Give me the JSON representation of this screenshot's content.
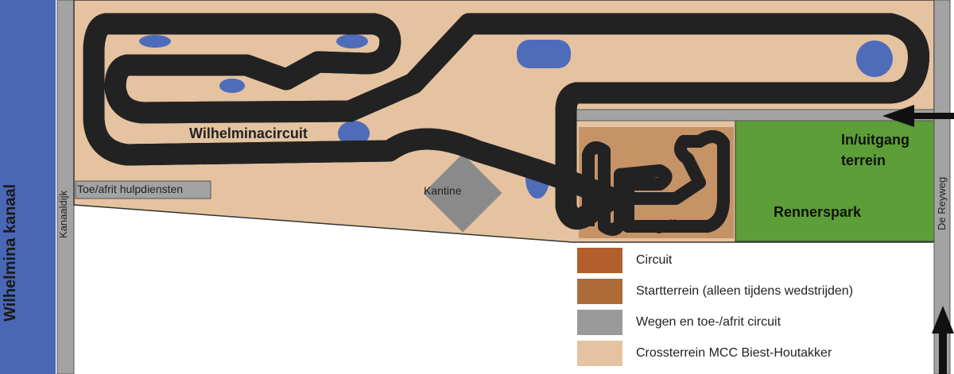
{
  "labels": {
    "canal": "Wilhelmina kanaal",
    "dike": "Kanaaldijk",
    "emergency": "Toe/afrit hulpdiensten",
    "circuit": "Wilhelminacircuit",
    "canteen": "Kantine",
    "youth": "Jeugdbaan",
    "entrance": "In/uitgang terrein",
    "park": "Rennerspark",
    "road": "De Reyweg"
  },
  "legend": [
    {
      "label": "Circuit",
      "color": "#b25f2c"
    },
    {
      "label": "Startterrein (alleen tijdens wedstrijden)",
      "color": "#ad6c37"
    },
    {
      "label": "Wegen en toe-/afrit circuit",
      "color": "#9a9a9a"
    },
    {
      "label": "Crossterrein MCC Biest-Houtakker",
      "color": "#e5c3a0"
    }
  ],
  "colors": {
    "canal": "#4a67b5",
    "terrain": "#e5c3a0",
    "track": "#b25f2c",
    "road": "#a0a0a0",
    "park": "#5c9e38",
    "water": "#4f6cba"
  }
}
